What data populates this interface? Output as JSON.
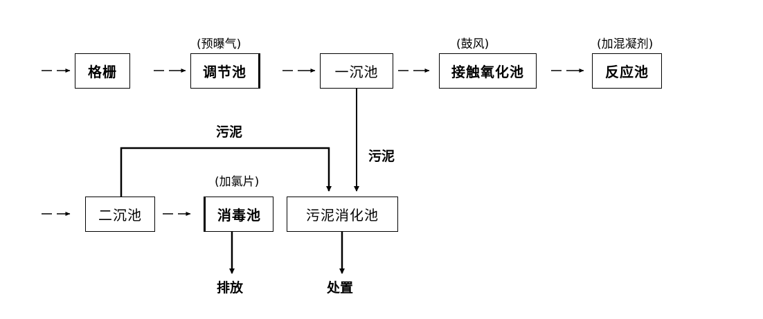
{
  "boxes": {
    "grille": "格栅",
    "regulating_tank": "调节池",
    "primary_settler": "一沉池",
    "contact_oxidation": "接触氧化池",
    "reaction_tank": "反应池",
    "secondary_settler": "二沉池",
    "disinfection_tank": "消毒池",
    "sludge_digestion": "污泥消化池"
  },
  "notes": {
    "pre_aeration": "(预曝气)",
    "blowing": "(鼓风)",
    "coagulant": "(加混凝剂)",
    "chlorine": "(加氯片)"
  },
  "labels": {
    "sludge_top": "污泥",
    "sludge_right": "污泥",
    "discharge": "排放",
    "disposal": "处置"
  }
}
